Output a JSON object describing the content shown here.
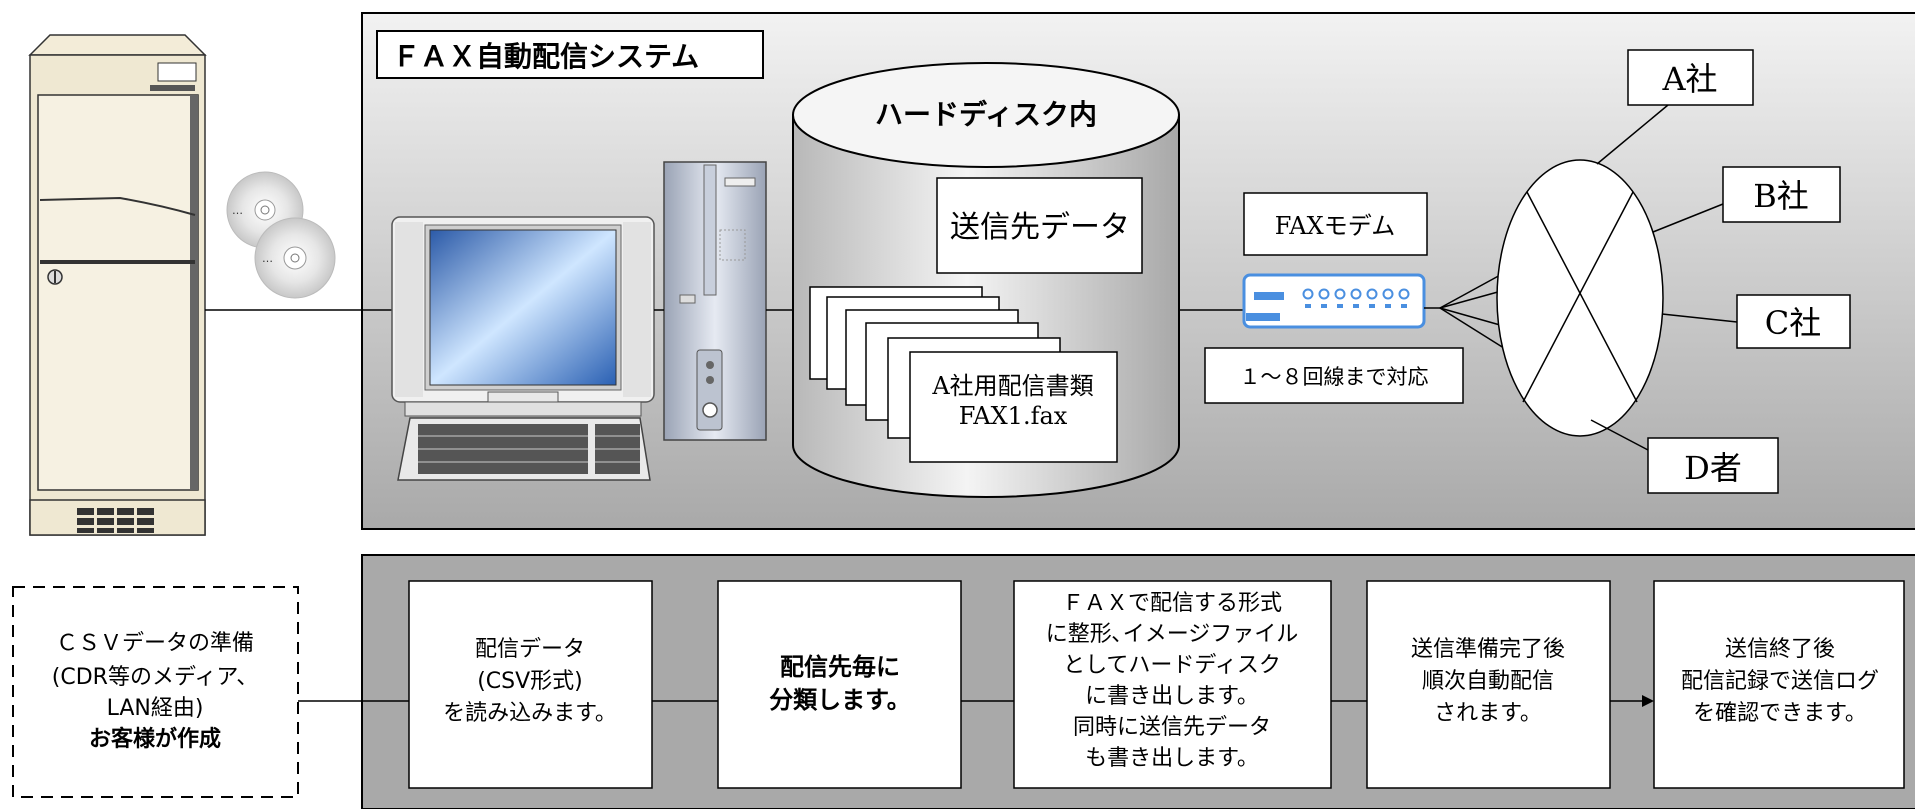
{
  "top": {
    "system_title": "ＦＡＸ自動配信システム",
    "disk_title": "ハードディスク内",
    "dest_data": "送信先データ",
    "doc_line1": "A社用配信書類",
    "doc_line2": "FAX1.fax",
    "modem_label": "FAXモデム",
    "lines_label": "１～８回線まで対応",
    "recipients": [
      "A社",
      "B社",
      "C社",
      "D者"
    ]
  },
  "flow": {
    "csv_prep": [
      "ＣＳＶデータの準備",
      "(CDR等のメディア、",
      "LAN経由)",
      "お客様が作成"
    ],
    "steps": [
      [
        "配信データ",
        "(CSV形式)",
        "を読み込みます。"
      ],
      [
        "配信先毎に",
        "分類します。"
      ],
      [
        "ＦＡＸで配信する形式",
        "に整形､イメージファイル",
        "としてハードディスク",
        "に書き出します。",
        "同時に送信先データ",
        "も書き出します。"
      ],
      [
        "送信準備完了後",
        "順次自動配信",
        "されます。"
      ],
      [
        "送信終了後",
        "配信記録で送信ログ",
        "を確認できます。"
      ]
    ]
  },
  "colors": {
    "panel_light": "#f2f2f2",
    "panel_dark": "#aaaaaa",
    "server_body": "#efe8d2",
    "modem_blue": "#4a8fe0"
  }
}
